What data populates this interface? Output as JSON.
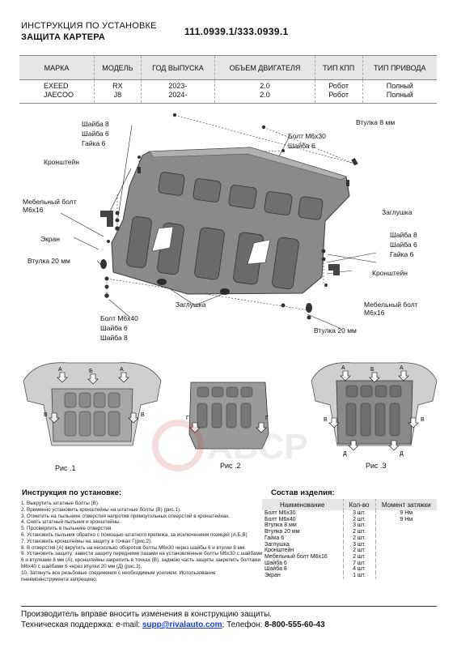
{
  "header": {
    "title_line1": "ИНСТРУКЦИЯ ПО УСТАНОВКЕ",
    "title_line2": "ЗАЩИТА КАРТЕРА",
    "code": "111.0939.1/333.0939.1"
  },
  "spec_table": {
    "headers": [
      "МАРКА",
      "МОДЕЛЬ",
      "ГОД ВЫПУСКА",
      "ОБЪЕМ ДВИГАТЕЛЯ",
      "ТИП КПП",
      "ТИП ПРИВОДА"
    ],
    "rows": [
      [
        "EXEED",
        "RX",
        "2023-",
        "2.0",
        "Робот",
        "Полный"
      ],
      [
        "JAECOO",
        "J8",
        "2024-",
        "2.0",
        "Робот",
        "Полный"
      ]
    ]
  },
  "diagram_labels": {
    "vtulka8": "Втулка 8 мм",
    "shaiba8_a": "Шайба 8",
    "shaiba6_a": "Шайба 6",
    "gaika6_a": "Гайка 6",
    "bolt_m6x30": "Болт М6х30",
    "shaiba6_b": "Шайба 6",
    "kronshtein_a": "Кронштейн",
    "mebel_bolt_a_1": "Мебельный болт",
    "mebel_bolt_a_2": "М6х16",
    "zaglushka_a": "Заглушка",
    "ekran": "Экран",
    "shaiba8_b": "Шайба 8",
    "shaiba6_c": "Шайба 6",
    "gaika6_b": "Гайка 6",
    "vtulka20_a": "Втулка 20 мм",
    "kronshtein_b": "Кронштейн",
    "zaglushka_b": "Заглушка",
    "mebel_bolt_b_1": "Мебельный болт",
    "mebel_bolt_b_2": "М6х16",
    "bolt_m6x40": "Болт М6х40",
    "shaiba6_d": "Шайба 6",
    "shaiba8_c": "Шайба 8",
    "vtulka20_b": "Втулка 20 мм"
  },
  "figures": {
    "fig1": "Рис .1",
    "fig2": "Рис .2",
    "fig3": "Рис .3",
    "points": [
      "А",
      "Б",
      "В",
      "Г",
      "Д"
    ]
  },
  "instructions": {
    "title": "Инструкция по установке:",
    "items": [
      "1. Выкрутить штатные болты (В).",
      "2. Временно установить кронштейны на штатные болты (В) (рис.1).",
      "3. Отметить на пыльнике отверстия напротив прямоугольных отверстий в кронштейнах.",
      "4. Снять штатный пыльник и кронштейны.",
      "5. Просверлить в пыльнике отверстия",
      "6. Установить пыльник обратно с помощью штатного крепежа, за исключением позиций (А,Б,В)",
      "7. Установить кронштейны на защиту в точках Г(рис.2).",
      "8. В отверстия (А) вкрутить на несколько оборотов болты М6х30 через шайбы 6 и втулки 8 мм.",
      "9. Установить защиту: завести защиту передними пазами на установленные болты М6х30 с шайбами 6 и втулками 8 мм (А), кронштейны закрепить в точках (В), заднюю часть защиты закрепить болтами М6х40 с шайбами 6 через втулки 20 мм (Д) (рис.3).",
      "10. Затянуть все резьбовые соединения с необходимым усилием. Использование пневмоинструмента запрещено."
    ]
  },
  "sostav": {
    "title": "Состав изделия:",
    "headers": [
      "Наименование",
      "Кол-во",
      "Момент затяжки"
    ],
    "rows": [
      [
        "Болт М6х30",
        "3 шт.",
        "9 Нм"
      ],
      [
        "Болт М6х40",
        "2 шт.",
        "9 Нм"
      ],
      [
        "Втулка 8 мм",
        "3 шт.",
        ""
      ],
      [
        "Втулка 20 мм",
        "2 шт.",
        ""
      ],
      [
        "Гайка 6",
        "2 шт.",
        ""
      ],
      [
        "Заглушка",
        "3 шт.",
        ""
      ],
      [
        "Кронштейн",
        "2 шт.",
        ""
      ],
      [
        "Мебельный болт М6х16",
        "2 шт.",
        ""
      ],
      [
        "Шайба 6",
        "7 шт.",
        ""
      ],
      [
        "Шайба 8",
        "4 шт.",
        ""
      ],
      [
        "Экран",
        "1 шт.",
        ""
      ]
    ]
  },
  "footer": {
    "line1": "Производитель вправе вносить изменения в конструкцию защиты.",
    "support_label": "Техническая поддержка:  e-mail: ",
    "email": "supp@rivalauto.com",
    "phone_label": "; Телефон: ",
    "phone": "8-800-555-60-43"
  },
  "watermark": "ABCP",
  "colors": {
    "plate": "#8a8a8a",
    "plate_dark": "#4a4a4a",
    "header_bg": "#e6e6e6",
    "email": "#1a3fd6"
  }
}
